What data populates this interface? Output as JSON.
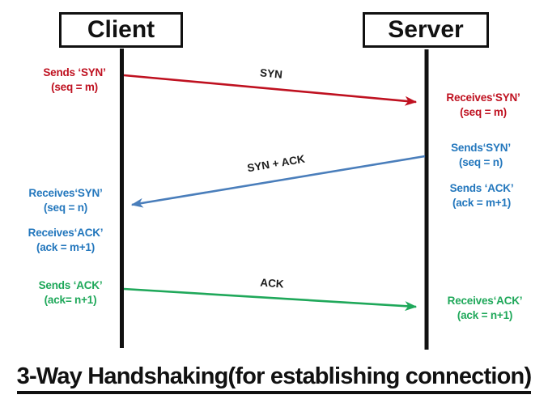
{
  "title": "3-Way Handshaking(for establishing connection)",
  "actors": {
    "client": "Client",
    "server": "Server"
  },
  "arrow_labels": {
    "syn": "SYN",
    "syn_ack": "SYN + ACK",
    "ack": "ACK"
  },
  "annotations": {
    "client_sends_syn": {
      "line1": "Sends ‘SYN’",
      "line2": "(seq = m)"
    },
    "server_receives_syn": {
      "line1": "Receives‘SYN’",
      "line2": "(seq = m)"
    },
    "server_sends_syn": {
      "line1": "Sends‘SYN’",
      "line2": "(seq = n)"
    },
    "server_sends_ack": {
      "line1": "Sends ‘ACK’",
      "line2": "(ack = m+1)"
    },
    "client_receives_syn": {
      "line1": "Receives‘SYN’",
      "line2": "(seq = n)"
    },
    "client_receives_ack": {
      "line1": "Receives‘ACK’",
      "line2": "(ack = m+1)"
    },
    "client_sends_ack": {
      "line1": "Sends ‘ACK’",
      "line2": "(ack= n+1)"
    },
    "server_receives_ack": {
      "line1": "Receives‘ACK’",
      "line2": "(ack = n+1)"
    }
  },
  "colors": {
    "syn_arrow_red": "#bf1120",
    "syn_ack_arrow_blue": "#4a7ebb",
    "blue_annotation_text": "#2377bd",
    "ack_arrow_green": "#1fa85a",
    "lifeline_black": "#111111"
  }
}
